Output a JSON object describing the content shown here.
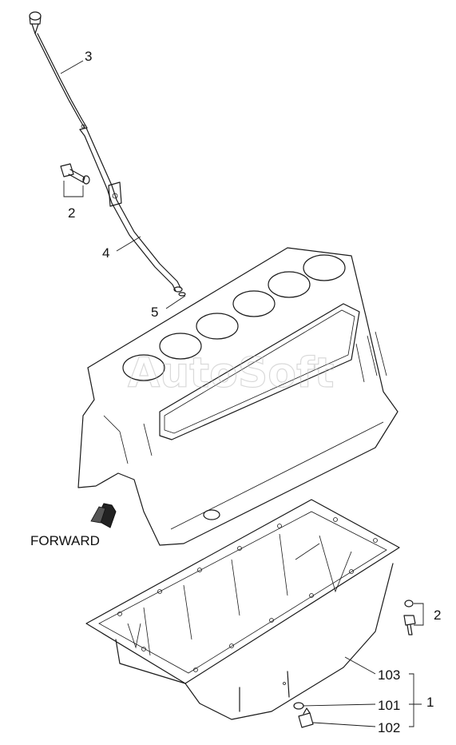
{
  "callouts": {
    "c3": "3",
    "c2_top": "2",
    "c4": "4",
    "c5": "5",
    "c2_right": "2",
    "c103": "103",
    "c101": "101",
    "c1": "1",
    "c102": "102"
  },
  "forward_label": "FORWARD",
  "watermark": "AutoSoft",
  "icons": {
    "forward_arrow": "forward-arrow-icon"
  }
}
